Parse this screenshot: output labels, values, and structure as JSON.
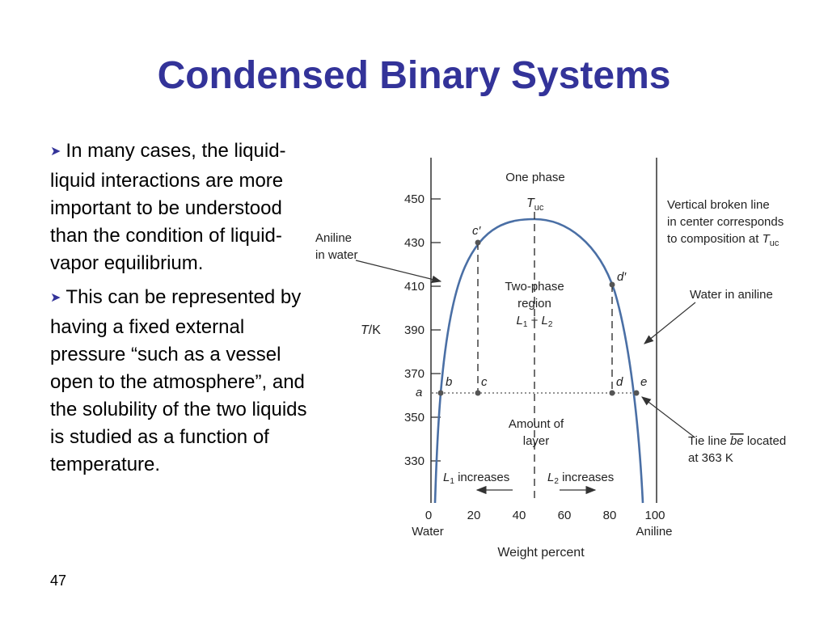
{
  "slide": {
    "title": "Condensed Binary Systems",
    "number": "47",
    "bullets": [
      "In many cases, the liquid-liquid interactions are more important to be understood than the condition of liquid-vapor equilibrium.",
      "This can be represented by having a fixed external pressure “such as a vessel open to the atmosphere”, and the solubility of the two liquids is studied as a function of temperature."
    ],
    "bullet_icon": "arrow-bullet-icon"
  },
  "diagram": {
    "one_phase": "One phase",
    "tuc_T": "T",
    "tuc_sub": "uc",
    "two_phase_line1": "Two-phase",
    "two_phase_line2": "region",
    "l1": "L",
    "l1_sub": "1",
    "plus": " + ",
    "l2": "L",
    "l2_sub": "2",
    "amount_line1": "Amount of",
    "amount_line2": "layer",
    "l1_inc_text": " increases",
    "l2_inc_text": " increases",
    "y_label_T": "T",
    "y_label_K": "/K",
    "y_ticks": [
      "450",
      "430",
      "410",
      "390",
      "370",
      "350",
      "330"
    ],
    "x_ticks": [
      "0",
      "20",
      "40",
      "60",
      "80",
      "100"
    ],
    "x_left_name": "Water",
    "x_right_name": "Aniline",
    "x_label": "Weight percent",
    "point_a": "a",
    "point_b": "b",
    "point_c": "c",
    "point_d": "d",
    "point_e": "e",
    "point_cp": "c′",
    "point_dp": "d′",
    "ann_aniline_water_1": "Aniline",
    "ann_aniline_water_2": "in water",
    "ann_vertical_1": "Vertical broken line",
    "ann_vertical_2": "in center corresponds",
    "ann_vertical_3": "to composition at ",
    "ann_water_aniline": "Water in aniline",
    "ann_tie_1": "Tie line ",
    "ann_tie_be": "be",
    "ann_tie_2": " located",
    "ann_tie_3": "at 363 K"
  }
}
